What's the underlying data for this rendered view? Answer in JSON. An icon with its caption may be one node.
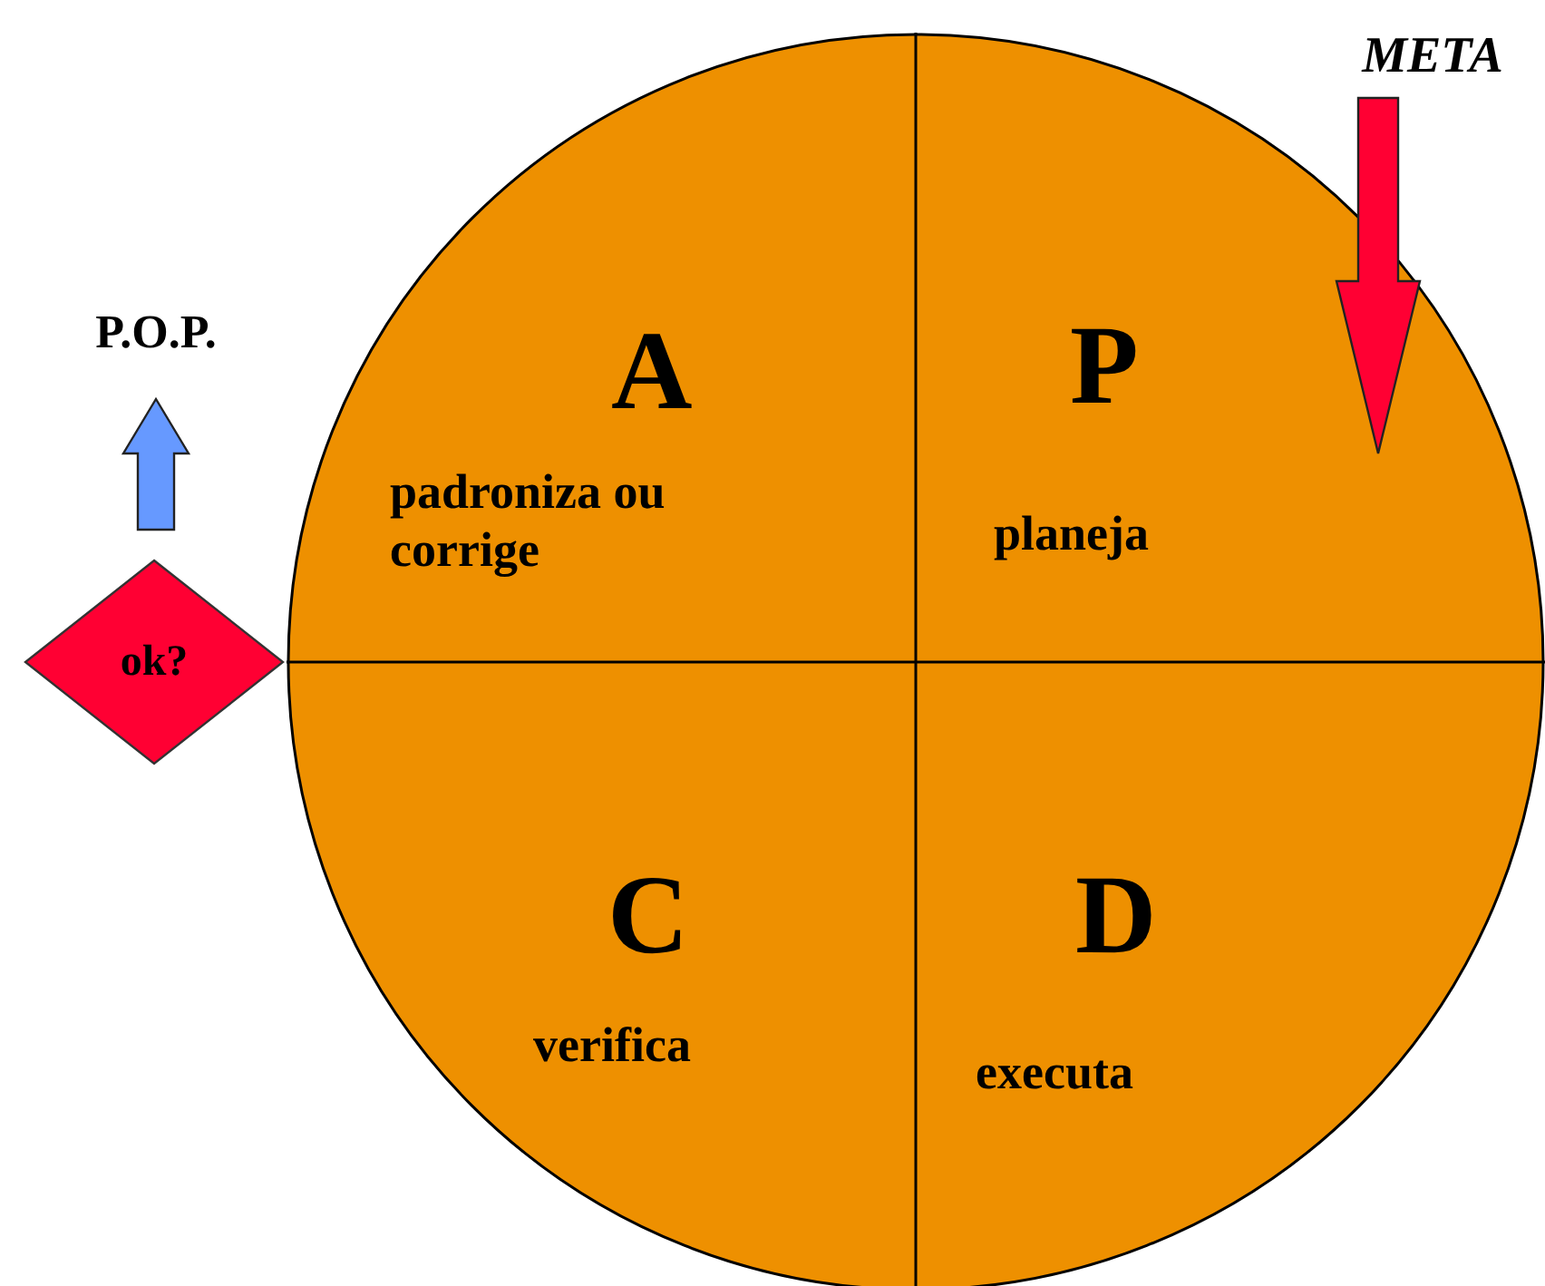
{
  "diagram": {
    "nodes": [
      {
        "text": [],
        "shape": "circle"
      },
      {
        "text": [
          "A",
          "padroniza ou corrige"
        ],
        "in": 0
      },
      {
        "text": [
          "P",
          "planeja"
        ],
        "in": 0
      },
      {
        "text": [
          "C",
          "verifica"
        ],
        "in": 0
      },
      {
        "text": [
          "D",
          "executa"
        ],
        "in": 0
      },
      {
        "text": [
          "META"
        ]
      },
      {
        "text": [
          "P.O.P."
        ]
      },
      {
        "text": [
          "ok?"
        ]
      }
    ],
    "edges": [
      {
        "from": 5,
        "to": 2,
        "arrow": "to",
        "color": "#ff0033"
      },
      {
        "from": 7,
        "to": 6,
        "arrow": "to",
        "color": "#6699ff"
      }
    ]
  }
}
